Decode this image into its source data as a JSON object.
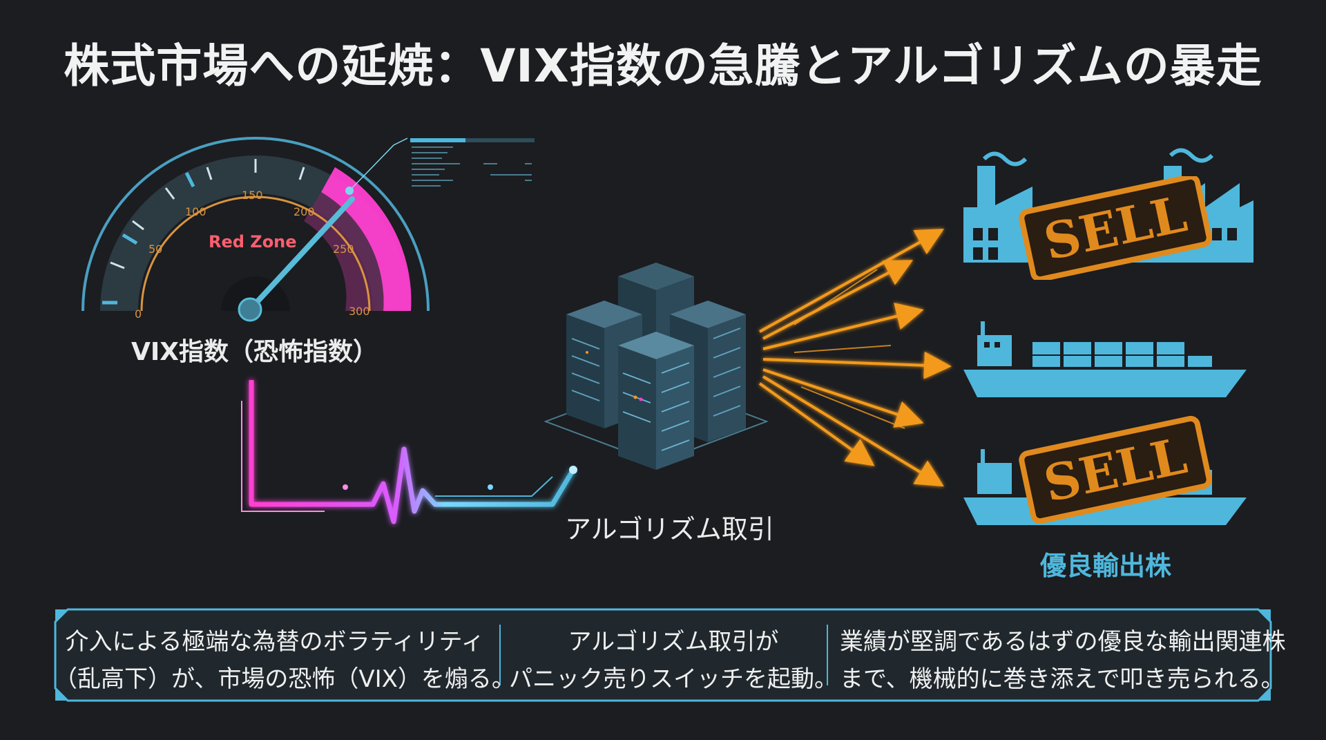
{
  "title": "株式市場への延焼：VIX指数の急騰とアルゴリズムの暴走",
  "gauge": {
    "label": "VIX指数（恐怖指数）",
    "zone_label": "Red Zone",
    "ticks": [
      "0",
      "50",
      "100",
      "150",
      "200",
      "250",
      "300"
    ]
  },
  "algo": {
    "label": "アルゴリズム取引"
  },
  "exports": {
    "label": "優良輸出株",
    "stamp": "SELL"
  },
  "bottom": {
    "col1_line1": "介入による極端な為替のボラティリティ",
    "col1_line2": "（乱高下）が、市場の恐怖（VIX）を煽る。",
    "col2_line1": "アルゴリズム取引が",
    "col2_line2": "パニック売りスイッチを起動。",
    "col3_line1": "業績が堅調であるはずの優良な輸出関連株",
    "col3_line2": "まで、機械的に巻き添えで叩き売られる。"
  },
  "colors": {
    "background": "#1b1d21",
    "cyan": "#4fb7dc",
    "magenta": "#ff3fd0",
    "orange": "#f39a1c",
    "stamp": "#e08a1e"
  }
}
